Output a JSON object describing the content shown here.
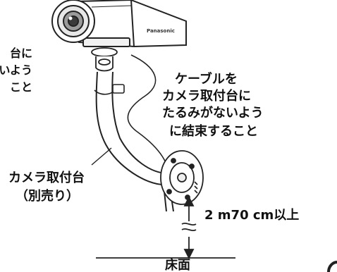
{
  "left_partial_text": [
    "台に",
    "いよう",
    "こと"
  ],
  "brand": "Panasonic",
  "cable_note_lines": [
    "ケーブルを",
    "カメラ取付台に",
    "たるみがないよう",
    "に結束すること"
  ],
  "mount_label_lines": [
    "カメラ取付台",
    "（別売り）"
  ],
  "height_label": "2 m70 cm以上",
  "floor_label": "床面"
}
